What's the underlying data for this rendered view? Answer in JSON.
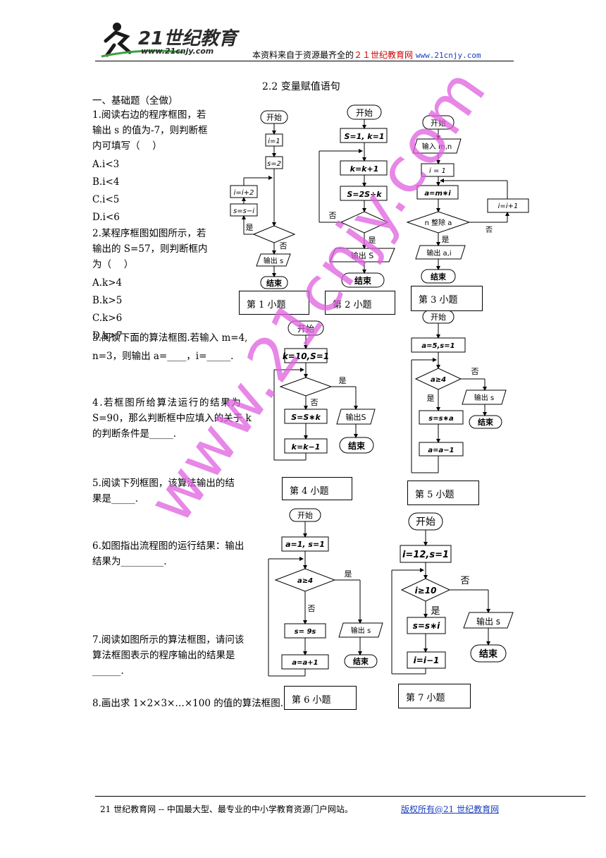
{
  "header": {
    "logo_text": "21世纪教育",
    "logo_url_text": "www.21cnjy.com",
    "tagline_pre": "本资料来自于资源最齐全的",
    "tagline_highlight": "２１世纪教育网",
    "tagline_url": "www.21cnjy.com",
    "accent_color": "#d00000",
    "link_color": "#1a3fbf"
  },
  "doc": {
    "title": "2.2 变量赋值语句",
    "section": "一、基础题（全做）",
    "q1": [
      "1.阅读右边的程序框图，若",
      "输出 s 的值为-7，则判断框",
      "内可填写（　 ）"
    ],
    "q1_options": [
      "A.i<3",
      "B.i<4",
      "C.i<5",
      "D.i<6"
    ],
    "q2": [
      "2.某程序框图如图所示，若",
      "输出的 S=57，则判断框内",
      "为（　 ）"
    ],
    "q2_options": [
      "A.k>4",
      "B.k>5",
      "C.k>6",
      "D.k>7"
    ],
    "q3": [
      "3.阅读下面的算法框图.若输入 m=4,",
      "n=3，则输出 a=____，i=_____."
    ],
    "q4": [
      "4.若框图所给算法运行的结果为",
      "S=90，那么判断框中应填入的关于 k",
      "的判断条件是_____."
    ],
    "q5": [
      "5.阅读下列框图，该算法输出的结",
      "果是_____."
    ],
    "q6": [
      "6.如图指出流程图的运行结果：输出",
      "结果为_________."
    ],
    "q7": [
      "7.阅读如图所示的算法框图，请问该",
      "算法框图表示的程序输出的结果是",
      "______."
    ],
    "q8": "8.画出求 1×2×3×…×100 的值的算法框图."
  },
  "figure_labels": [
    "第 1 小题",
    "第 2 小题",
    "第 3 小题",
    "第 4 小题",
    "第 5 小题",
    "第 6 小题",
    "第 7 小题"
  ],
  "fc": {
    "start": "开始",
    "end": "结束",
    "yes": "是",
    "no": "否",
    "f1": {
      "i": "i=1",
      "s": "s=2",
      "inc": "i=i+2",
      "sub": "s=s−i",
      "out": "输出 s"
    },
    "f2": {
      "init": "S=1, k=1",
      "k": "k=k+1",
      "s": "S=2S+k",
      "out": "输出 S"
    },
    "f3": {
      "input": "输入 m,n",
      "i": "i = 1",
      "a": "a=m∗i",
      "cond": "n 整除 a",
      "inc": "i=i+1",
      "out": "输出 a,i"
    },
    "f4": {
      "init": "k=10,S=1",
      "s": "S=S∗k",
      "k": "k=k−1",
      "out": "输出S"
    },
    "f5": {
      "init": "a=5,s=1",
      "cond": "a≥4",
      "s": "s=s∗a",
      "a": "a=a−1",
      "out": "输出 s"
    },
    "f6": {
      "init": "a=1, s=1",
      "cond": "a≥4",
      "s": "s= 9s",
      "a": "a=a+1",
      "out": "输出 s"
    },
    "f7": {
      "init": "i=12,s=1",
      "cond": "i≥10",
      "s": "s=s∗i",
      "i": "i=i−1",
      "out": "输出 s"
    }
  },
  "watermark": "www.21cnjy.com",
  "footer": {
    "left": "21 世纪教育网 -- 中国最大型、最专业的中小学教育资源门户网站。",
    "right": "版权所有@21 世纪教育网"
  }
}
